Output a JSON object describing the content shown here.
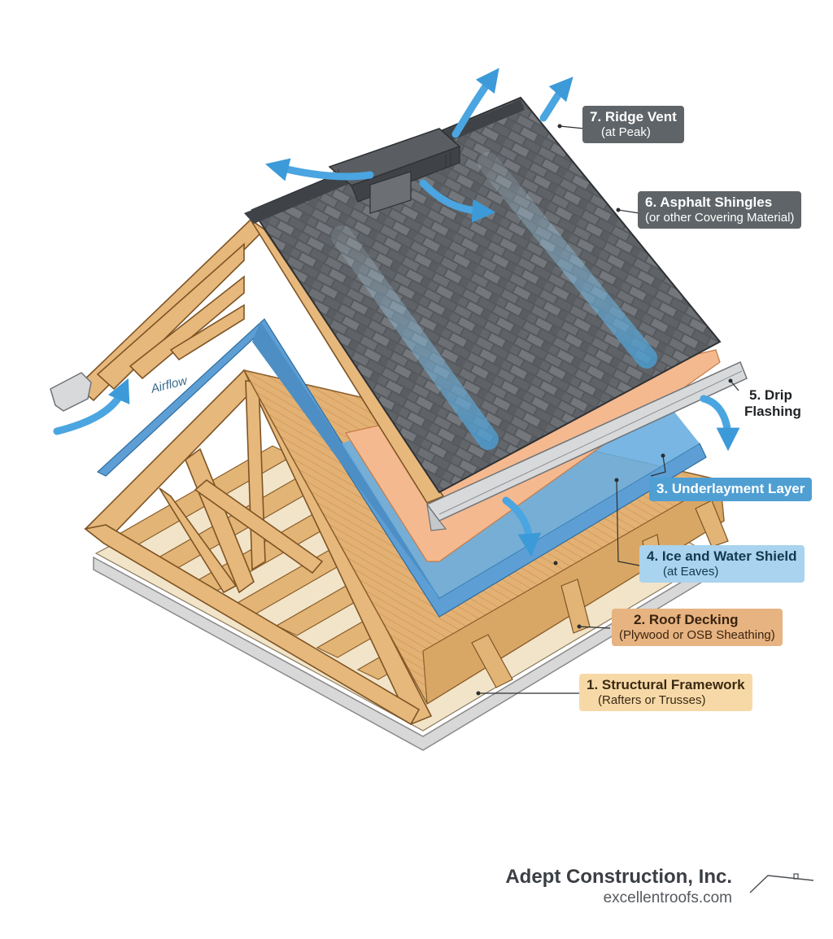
{
  "labels": {
    "ridge_vent": {
      "title": "7. Ridge Vent",
      "subtitle": "(at Peak)"
    },
    "shingles": {
      "title": "6. Asphalt Shingles",
      "subtitle": "(or other Covering Material)"
    },
    "drip_flashing": {
      "title": "5. Drip",
      "subtitle": "Flashing"
    },
    "underlayment": {
      "title": "3. Underlayment Layer"
    },
    "ice_water": {
      "title": "4. Ice and Water Shield",
      "subtitle": "(at Eaves)"
    },
    "decking": {
      "title": "2. Roof Decking",
      "subtitle": "(Plywood or OSB Sheathing)"
    },
    "framework": {
      "title": "1. Structural Framework",
      "subtitle": "(Rafters or Trusses)"
    },
    "airflow": "Airflow"
  },
  "brand": {
    "name": "Adept Construction, Inc.",
    "url": "excellentroofs.com"
  },
  "colors": {
    "wood": "#e2b576",
    "wood_dark": "#b98546",
    "shingle": "#4e5256",
    "ice_shield": "#5d9fd4",
    "underlayment": "#f5b98f",
    "airflow": "#4aa5e0"
  },
  "icons": [
    "ridge-vent-icon",
    "gutter-icon",
    "house-logo-icon",
    "airflow-arrow-icon"
  ]
}
